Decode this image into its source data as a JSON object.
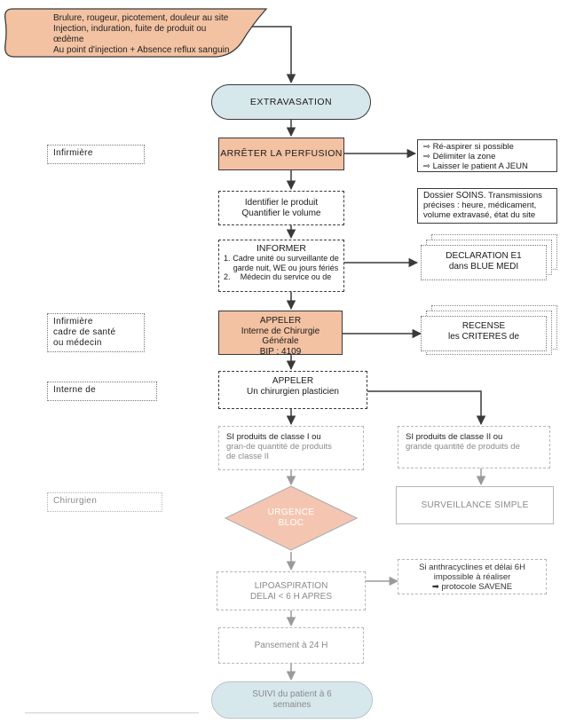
{
  "start_banner": {
    "line1": "Brulure, rougeur, picotement, douleur au site",
    "line2": "Injection, induration, fuite de produit ou",
    "line3": "œdème",
    "line4": "Au point d'injection + Absence reflux sanguin"
  },
  "extravasation": "EXTRAVASATION",
  "roles": {
    "infirmiere": "Infirmière",
    "infirmiere_cadre_line1": "Infirmière",
    "infirmiere_cadre_line2": "cadre de santé",
    "infirmiere_cadre_line3": "ou médecin",
    "interne": "Interne de",
    "chirurgien": "Chirurgien"
  },
  "stop_perfusion": "ARRÊTER LA PERFUSION",
  "stop_actions": {
    "item1": "Ré-aspirer si possible",
    "item2": "Délimiter la zone",
    "item3": "Laisser le patient A JEUN",
    "arrow_glyph": "⇨"
  },
  "identify": {
    "line1": "Identifier le produit",
    "line2": "Quantifier le volume"
  },
  "dossier": {
    "title": "Dossier SOINS.",
    "line1_rest": " Transmissions",
    "line2": "précises : heure, médicament,",
    "line3": "volume extravasé, état du site"
  },
  "informer": {
    "title": "INFORMER",
    "item1_num": "1.",
    "item1_line1": "Cadre unité ou surveillante de",
    "item1_line2": "garde nuit, WE ou jours fériés",
    "item2_num": "2.",
    "item2_line1": "Médecin du service ou de"
  },
  "declaration": {
    "line1": "DECLARATION E1",
    "line2": "dans BLUE MEDI"
  },
  "appeler_interne": {
    "line1": "APPELER",
    "line2": "Interne de Chirurgie",
    "line3": "Générale",
    "line4": "BIP : 4109"
  },
  "recense": {
    "line1": "RECENSE",
    "line2": "les CRITERES de"
  },
  "appeler_plasticien": {
    "line1": "APPELER",
    "line2": "Un chirurgien plasticien"
  },
  "classe1": {
    "line1": "SI produits de classe I ou",
    "line2": "gran-de quantité de produits",
    "line3": "de classe II"
  },
  "classe2": {
    "line1": "SI produits de classe II ou",
    "line2": "grande quantité de produits de"
  },
  "urgence": {
    "line1": "URGENCE",
    "line2": "BLOC"
  },
  "surveillance": "SURVEILLANCE SIMPLE",
  "lipo": {
    "line1": "LIPOASPIRATION",
    "line2": "DELAI < 6 H APRES"
  },
  "anthra": {
    "line1": "Si anthracyclines et délai 6H",
    "line2": "impossible à réaliser",
    "line3": "protocole SAVENE",
    "arrow_glyph": "➡"
  },
  "pansement": "Pansement à 24 H",
  "suivi": {
    "line1": "SUIVI du patient à 6",
    "line2": "semaines"
  },
  "colors": {
    "orange_fill": "#f3c2a2",
    "blue_fill": "#d7e8ec",
    "pink_fill": "#f4c6b2",
    "line_dark": "#3a3a3a",
    "line_gray": "#9a9a9a"
  }
}
